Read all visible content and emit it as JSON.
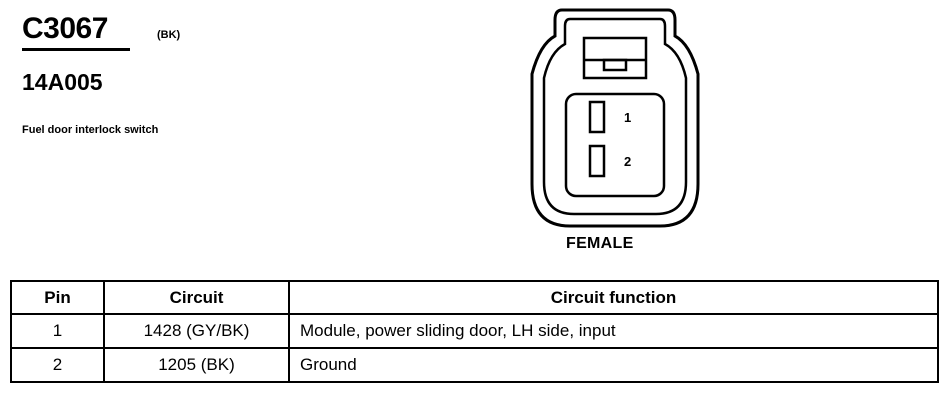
{
  "connector": {
    "id": "C3067",
    "color": "(BK)",
    "part_number": "14A005",
    "description": "Fuel door interlock switch",
    "gender": "FEMALE",
    "pins": [
      "1",
      "2"
    ]
  },
  "table": {
    "headers": {
      "pin": "Pin",
      "circuit": "Circuit",
      "function": "Circuit function"
    },
    "rows": [
      {
        "pin": "1",
        "circuit": "1428 (GY/BK)",
        "function": "Module, power sliding door, LH side, input"
      },
      {
        "pin": "2",
        "circuit": "1205 (BK)",
        "function": "Ground"
      }
    ]
  }
}
